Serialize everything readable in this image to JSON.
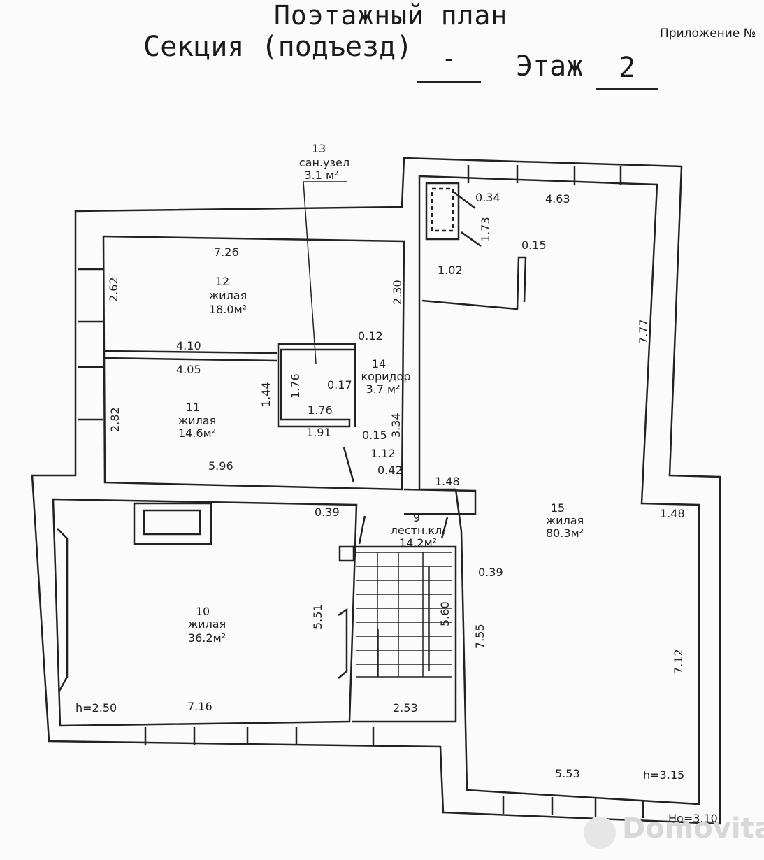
{
  "header": {
    "title": "Поэтажный план",
    "section_label": "Секция (подъезд)",
    "section_value": "-",
    "floor_label": "Этаж",
    "floor_value": "2",
    "appendix": "Приложение №"
  },
  "rooms": [
    {
      "number": "9",
      "type": "лестн.кл.",
      "area": "14.2м²"
    },
    {
      "number": "10",
      "type": "жилая",
      "area": "36.2м²"
    },
    {
      "number": "11",
      "type": "жилая",
      "area": "14.6м²"
    },
    {
      "number": "12",
      "type": "жилая",
      "area": "18.0м²"
    },
    {
      "number": "13",
      "type": "сан.узел",
      "area": "3.1 м²"
    },
    {
      "number": "14",
      "type": "коридор",
      "area": "3.7 м²"
    },
    {
      "number": "15",
      "type": "жилая",
      "area": "80.3м²"
    }
  ],
  "dimensions": [
    "7.26",
    "2.62",
    "2.30",
    "4.10",
    "4.05",
    "0.12",
    "1.76",
    "1.44",
    "0.17",
    "1.76",
    "2.82",
    "1.91",
    "3.34",
    "0.15",
    "1.12",
    "5.96",
    "0.42",
    "0.39",
    "1.48",
    "0.34",
    "4.63",
    "1.73",
    "0.15",
    "1.02",
    "7.77",
    "1.48",
    "0.39",
    "5.60",
    "5.51",
    "7.55",
    "7.12",
    "7.16",
    "2.53",
    "5.53"
  ],
  "heights": {
    "room10": "h=2.50",
    "room15": "h=3.15",
    "total": "Hо=3.10"
  },
  "watermark": "Domovita"
}
